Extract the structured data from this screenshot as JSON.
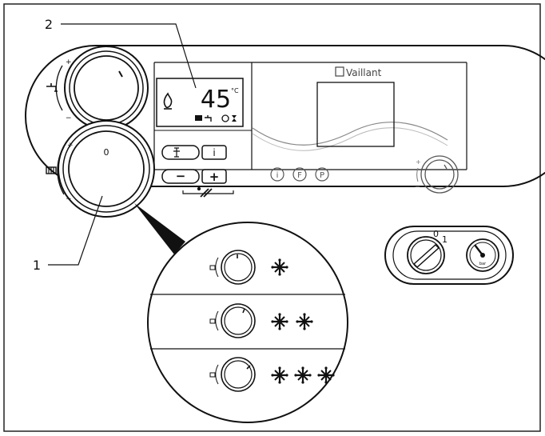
{
  "callouts": [
    {
      "number": "2",
      "target": "display"
    },
    {
      "number": "1",
      "target": "heating-knob"
    }
  ],
  "brand": "Vaillant",
  "display": {
    "temperature": "45",
    "unit": "°C"
  },
  "knobs": {
    "heating_knob_mark": "0"
  },
  "buttons": {
    "minus": "−",
    "plus": "+",
    "info": "i"
  },
  "service_buttons": [
    "i",
    "F",
    "P"
  ],
  "switch": {
    "off_label": "0",
    "on_label": "1"
  },
  "gauge": {
    "unit": "bar"
  },
  "frost_levels": [
    {
      "level": 1,
      "snowflakes": 1
    },
    {
      "level": 2,
      "snowflakes": 2
    },
    {
      "level": 3,
      "snowflakes": 3
    }
  ]
}
